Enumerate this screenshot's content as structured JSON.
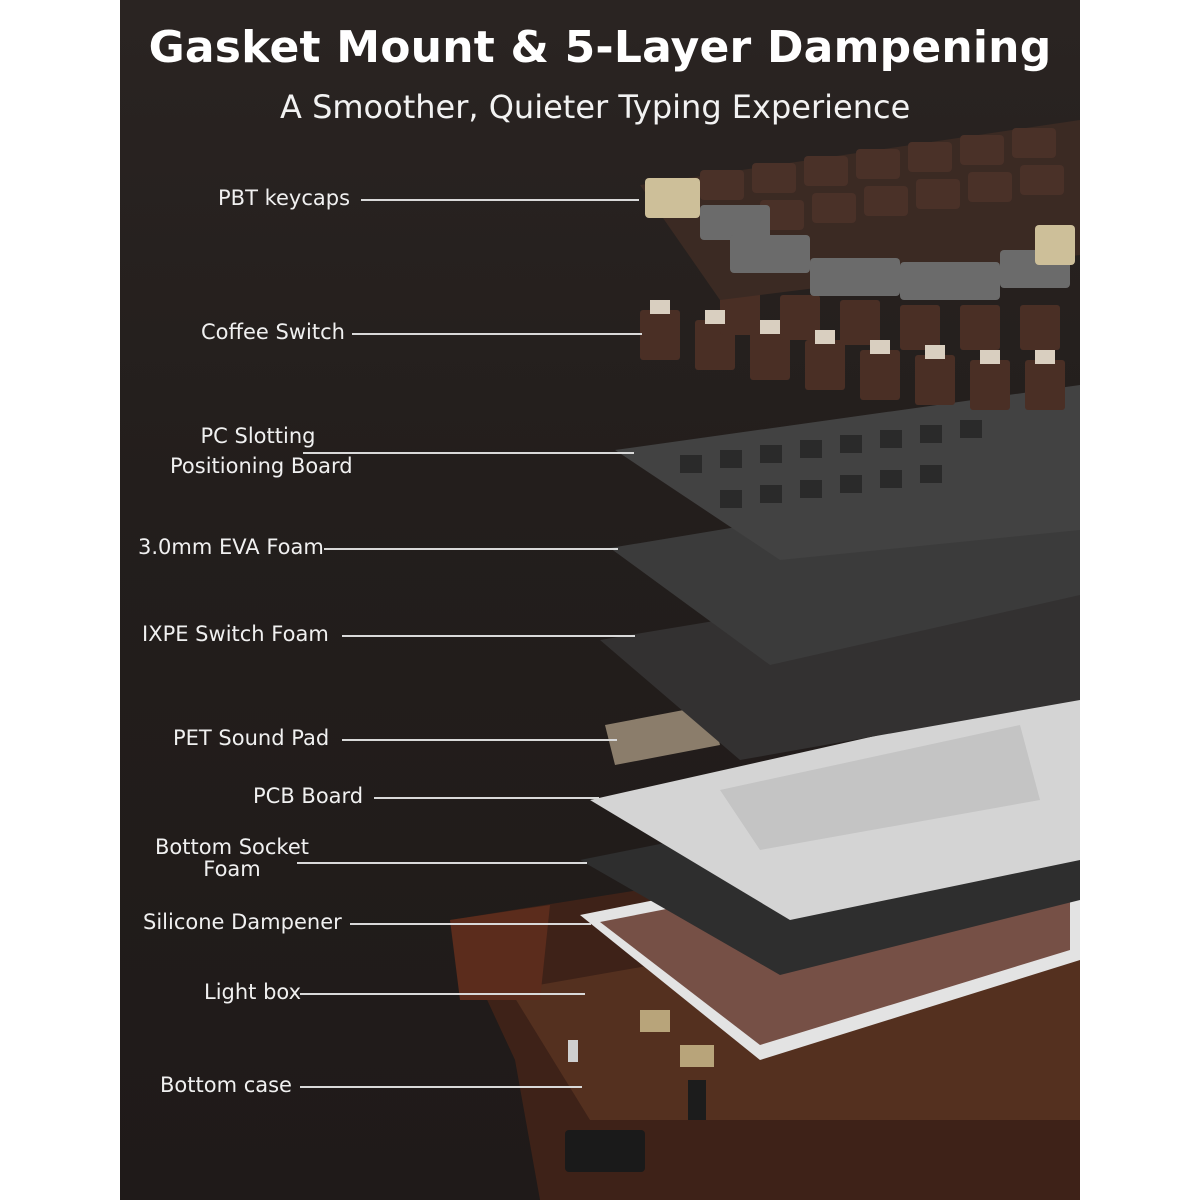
{
  "header": {
    "title": "Gasket Mount & 5-Layer Dampening",
    "subtitle": "A Smoother, Quieter Typing Experience"
  },
  "layers": [
    {
      "id": "keycaps",
      "lines": [
        "PBT keycaps"
      ]
    },
    {
      "id": "switch",
      "lines": [
        "Coffee Switch"
      ]
    },
    {
      "id": "plate",
      "lines": [
        "PC Slotting",
        "Positioning Board"
      ]
    },
    {
      "id": "eva",
      "lines": [
        "3.0mm EVA Foam"
      ]
    },
    {
      "id": "ixpe",
      "lines": [
        "IXPE Switch Foam"
      ]
    },
    {
      "id": "pet",
      "lines": [
        "PET Sound Pad"
      ]
    },
    {
      "id": "pcb",
      "lines": [
        "PCB Board"
      ]
    },
    {
      "id": "socket",
      "lines": [
        "Bottom Socket",
        "Foam"
      ]
    },
    {
      "id": "silicone",
      "lines": [
        "Silicone Dampener"
      ]
    },
    {
      "id": "lightbox",
      "lines": [
        "Light box"
      ]
    },
    {
      "id": "case",
      "lines": [
        "Bottom case"
      ]
    }
  ],
  "colors": {
    "background": "#231e1c",
    "keycap_brown": "#4a3128",
    "keycap_grey": "#6b6b6b",
    "keycap_cream": "#cdbf99",
    "switch_brown": "#4a2f25",
    "switch_cream": "#d9cfc0",
    "plate": "#3a3a3a",
    "pet": "#8b7d6b",
    "pcb": "#d8d8d8",
    "case": "#4b2a1e"
  }
}
